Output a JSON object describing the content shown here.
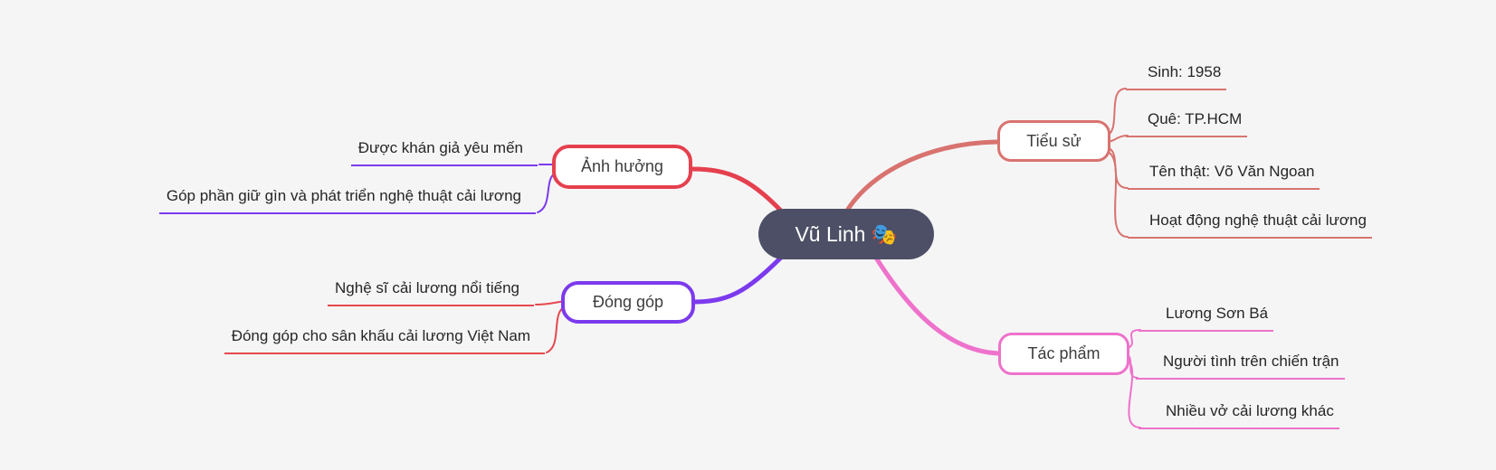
{
  "root": {
    "label": "Vũ Linh 🎭"
  },
  "branches": [
    {
      "label": "Tiểu sử",
      "side": "right",
      "color": "#d8736f",
      "children_color": "#d8736f",
      "children": [
        "Sinh: 1958",
        "Quê: TP.HCM",
        "Tên thật: Võ Văn Ngoan",
        "Hoạt động nghệ thuật cải lương"
      ]
    },
    {
      "label": "Tác phẩm",
      "side": "right",
      "color": "#ee72cb",
      "children_color": "#ee72cb",
      "children": [
        "Lương Sơn Bá",
        "Người tình trên chiến trận",
        "Nhiều vở cải lương khác"
      ]
    },
    {
      "label": "Ảnh hưởng",
      "side": "left",
      "color": "#e5404e",
      "children_color": "#7c3aed",
      "children": [
        "Được khán giả yêu mến",
        "Góp phần giữ gìn và phát triển nghệ thuật cải lương"
      ]
    },
    {
      "label": "Đóng góp",
      "side": "left",
      "color": "#7c3aed",
      "children_color": "#e5484d",
      "children": [
        "Nghệ sĩ cải lương nổi tiếng",
        "Đóng góp cho sân khấu cải lương Việt Nam"
      ]
    }
  ],
  "colors": {
    "background": "#f5f5f6",
    "root_bg": "#4d4f66",
    "root_text": "#ffffff",
    "leaf_text": "#262626"
  }
}
